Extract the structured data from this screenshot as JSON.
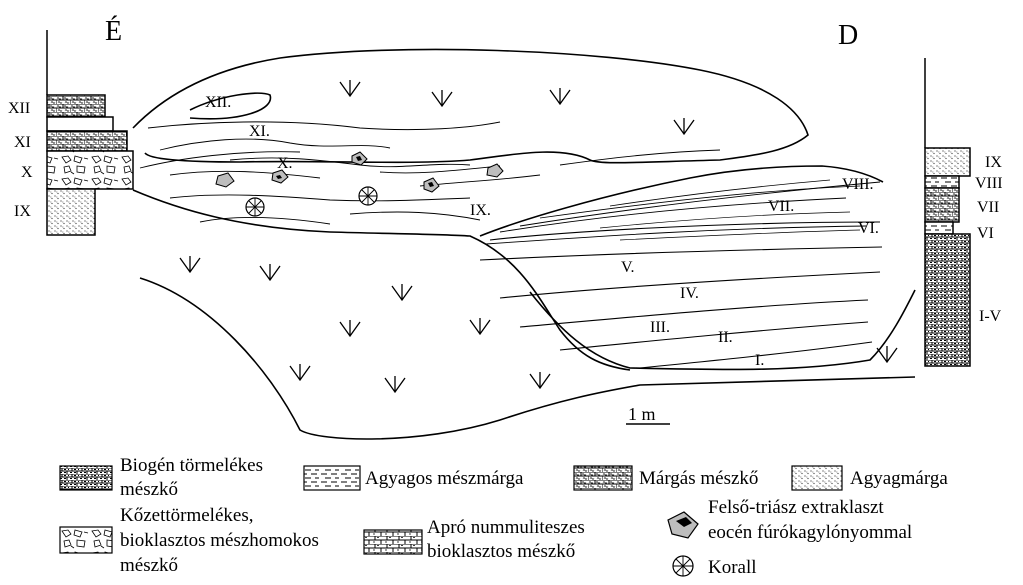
{
  "compass": {
    "north": "É",
    "south": "D"
  },
  "left_column_labels": [
    "XII",
    "XI",
    "X",
    "IX"
  ],
  "right_column_labels": [
    "IX",
    "VIII",
    "VII",
    "VI",
    "I-V"
  ],
  "section_labels": [
    "XII.",
    "XI.",
    "X.",
    "IX.",
    "VIII.",
    "VII.",
    "VI.",
    "V.",
    "IV.",
    "III.",
    "II.",
    "I."
  ],
  "scale": "1 m",
  "legend": {
    "biogen": [
      "Biogén törmelékes",
      "mészkő"
    ],
    "agyagos": "Agyagos mészmárga",
    "margas": "Márgás mészkő",
    "agyagmarga": "Agyagmárga",
    "kozettormelekes": [
      "Kőzettörmelékes,",
      "bioklasztos mészhomokos",
      "mészkő"
    ],
    "apro": [
      "Apró nummuliteszes",
      "bioklasztos mészkő"
    ],
    "felso": [
      "Felső-triász extraklaszt",
      "eocén fúrókagylónyommal"
    ],
    "korall": "Korall"
  }
}
